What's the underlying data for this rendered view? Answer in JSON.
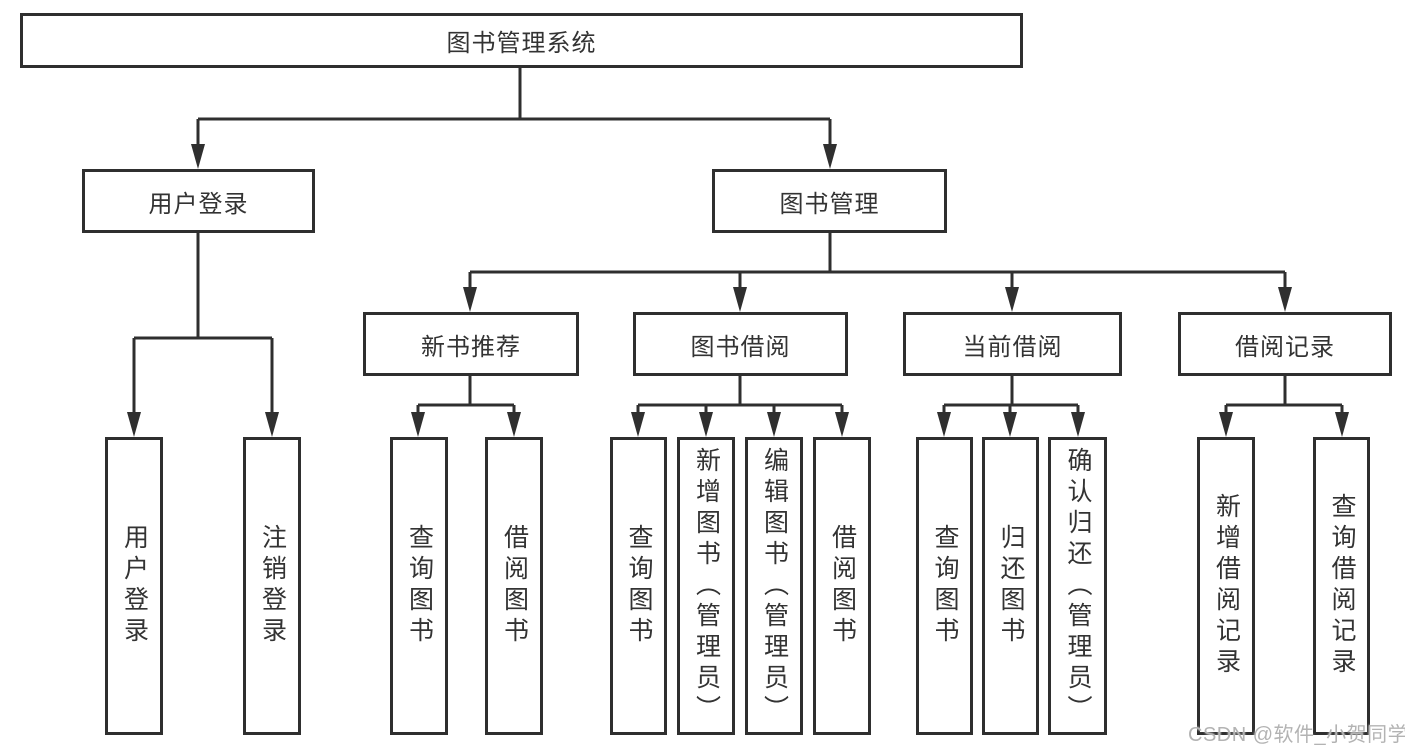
{
  "colors": {
    "line": "#2f2f2f",
    "text": "#333333",
    "canvas": "#ffffff",
    "watermark": "#b3b3b3"
  },
  "watermark": "CSDN @软件_小贺同学",
  "nodes": {
    "root": "图书管理系统",
    "user_login": "用户登录",
    "book_mgmt": "图书管理",
    "leaf_user_login": "用户登录",
    "leaf_logout": "注销登录",
    "new_book_rec": "新书推荐",
    "book_borrow": "图书借阅",
    "current_borrow": "当前借阅",
    "borrow_record": "借阅记录",
    "nbr_query_book": "查询图书",
    "nbr_borrow_book": "借阅图书",
    "bb_query_book": "查询图书",
    "bb_add_book": "新增图书（管理员）",
    "bb_edit_book": "编辑图书（管理员）",
    "bb_borrow_book": "借阅图书",
    "cb_query_book": "查询图书",
    "cb_return_book": "归还图书",
    "cb_confirm_return": "确认归还（管理员）",
    "br_add_record": "新增借阅记录",
    "br_query_record": "查询借阅记录"
  },
  "edges": [
    {
      "from": "root",
      "to": "user_login"
    },
    {
      "from": "root",
      "to": "book_mgmt"
    },
    {
      "from": "user_login",
      "to": "leaf_user_login"
    },
    {
      "from": "user_login",
      "to": "leaf_logout"
    },
    {
      "from": "book_mgmt",
      "to": "new_book_rec"
    },
    {
      "from": "book_mgmt",
      "to": "book_borrow"
    },
    {
      "from": "book_mgmt",
      "to": "current_borrow"
    },
    {
      "from": "book_mgmt",
      "to": "borrow_record"
    },
    {
      "from": "new_book_rec",
      "to": "nbr_query_book"
    },
    {
      "from": "new_book_rec",
      "to": "nbr_borrow_book"
    },
    {
      "from": "book_borrow",
      "to": "bb_query_book"
    },
    {
      "from": "book_borrow",
      "to": "bb_add_book"
    },
    {
      "from": "book_borrow",
      "to": "bb_edit_book"
    },
    {
      "from": "book_borrow",
      "to": "bb_borrow_book"
    },
    {
      "from": "current_borrow",
      "to": "cb_query_book"
    },
    {
      "from": "current_borrow",
      "to": "cb_return_book"
    },
    {
      "from": "current_borrow",
      "to": "cb_confirm_return"
    },
    {
      "from": "borrow_record",
      "to": "br_add_record"
    },
    {
      "from": "borrow_record",
      "to": "br_query_record"
    }
  ]
}
